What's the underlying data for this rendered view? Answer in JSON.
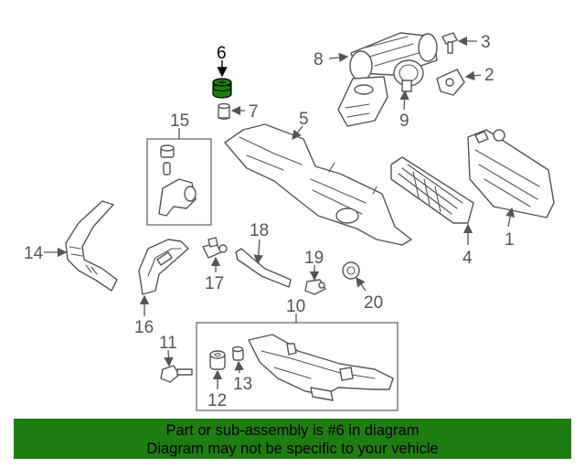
{
  "diagram": {
    "callouts": [
      "1",
      "2",
      "3",
      "4",
      "5",
      "6",
      "7",
      "8",
      "9",
      "10",
      "11",
      "12",
      "13",
      "14",
      "15",
      "16",
      "17",
      "18",
      "19",
      "20"
    ],
    "highlight_part": "6",
    "highlight_color": "#1e7d12"
  },
  "banner": {
    "line1": "Part or sub-assembly is #6 in diagram",
    "line2": "Diagram may not be specific to your vehicle",
    "color": "#1e7d12"
  }
}
